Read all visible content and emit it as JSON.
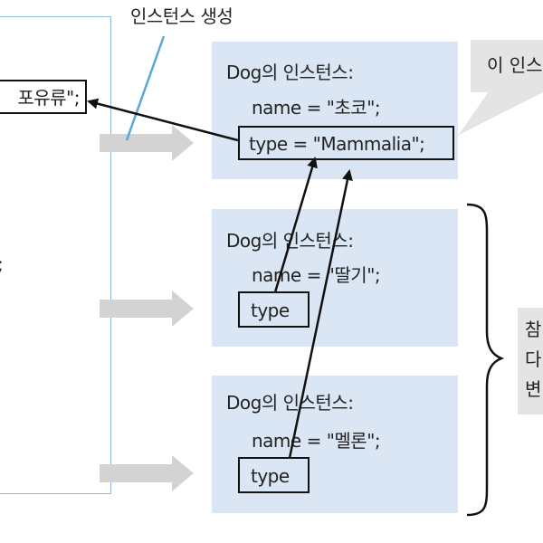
{
  "caption_create_instance": "인스턴스 생성",
  "class_box": {
    "static_line": "포유류\";",
    "semicolon": ";"
  },
  "instances": [
    {
      "title": "Dog의 인스턴스:",
      "name_line": "name = \"초코\";",
      "type_line": "type = \"Mammalia\";"
    },
    {
      "title": "Dog의 인스턴스:",
      "name_line": "name = \"딸기\";",
      "type_line": "type"
    },
    {
      "title": "Dog의 인스턴스:",
      "name_line": "name = \"멜론\";",
      "type_line": "type"
    }
  ],
  "notes": {
    "top_right": "이 인스",
    "right_lines": [
      "참",
      "다",
      "변"
    ]
  },
  "colors": {
    "instance_bg": "#dbe6f5",
    "class_border": "#8fb9de",
    "arrow_gray": "#d3d3d3",
    "note_bg": "#e4e4e4",
    "caption_line": "#5aa8da"
  }
}
